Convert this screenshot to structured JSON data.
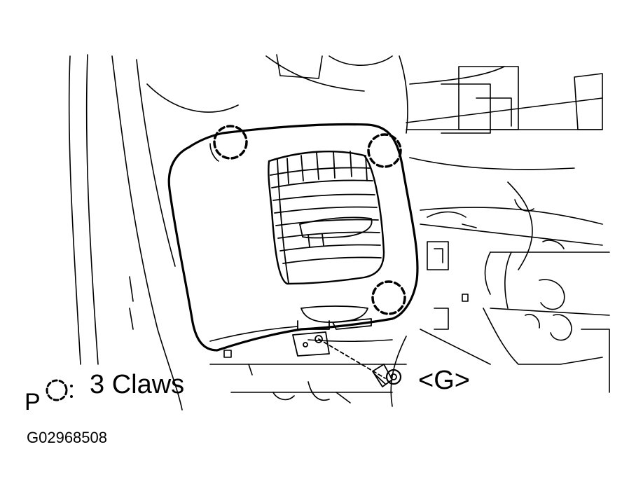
{
  "legend": {
    "symbol_letter": "P",
    "claws_label": "3 Claws"
  },
  "callouts": {
    "fastener_label": "<G>"
  },
  "figure_id": "G02968508",
  "colors": {
    "ink": "#000000",
    "background": "#ffffff"
  }
}
